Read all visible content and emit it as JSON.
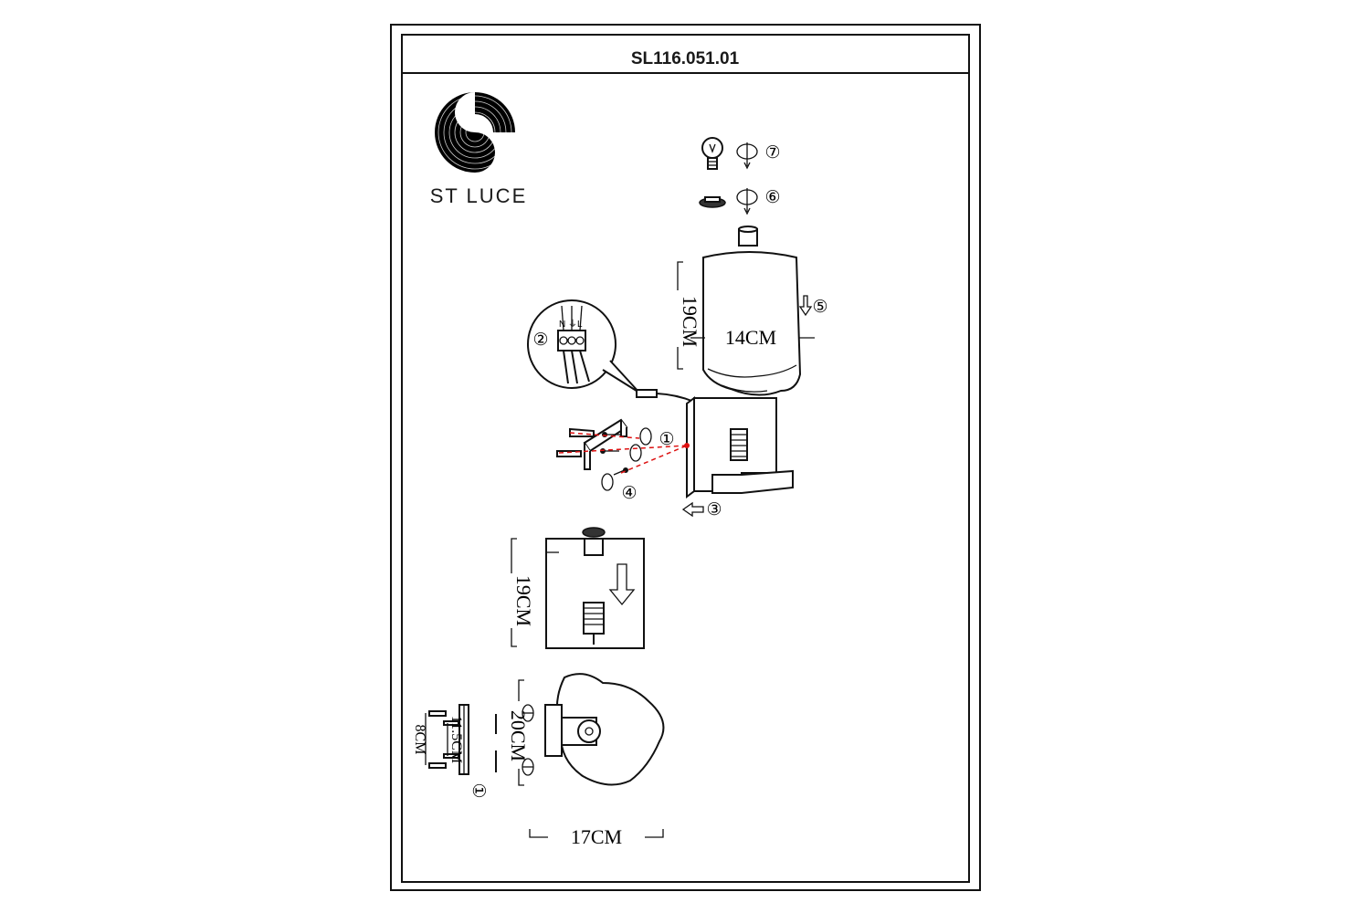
{
  "sheet": {
    "model_code": "SL116.051.01",
    "brand_name": "ST LUCE"
  },
  "dimensions": {
    "shade_height": "19CM",
    "shade_width": "14CM",
    "body_height": "19CM",
    "depth": "20CM",
    "width": "17CM",
    "bracket_outer": "11.5CM",
    "bracket_inner": "8CM"
  },
  "steps": {
    "s1": "①",
    "s2": "②",
    "s3": "③",
    "s4": "④",
    "s5": "⑤",
    "s6": "⑥",
    "s7": "⑦",
    "s1_bottom": "①"
  },
  "wiring": {
    "n": "N",
    "earth": "⏚",
    "l": "L"
  },
  "icons": {
    "logo": "swirl-logo-icon",
    "bulb": "bulb-icon",
    "rotate": "rotate-icon",
    "arrow": "arrow-icon",
    "screw": "screw-icon",
    "anchor": "wall-anchor-icon"
  }
}
